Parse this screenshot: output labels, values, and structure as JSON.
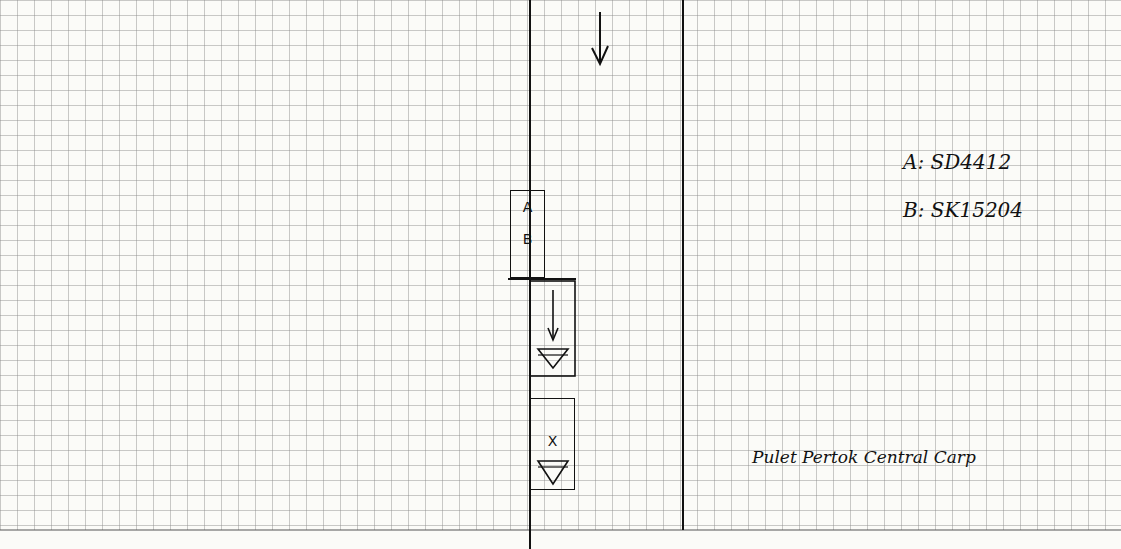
{
  "diagram": {
    "nodes": [
      {
        "text": [
          "A",
          "B"
        ]
      },
      {
        "text": [
          "X"
        ]
      }
    ],
    "labels": [
      "A: SD4412",
      "B: SK15204",
      "Pulet Pertok Central Carp"
    ]
  }
}
